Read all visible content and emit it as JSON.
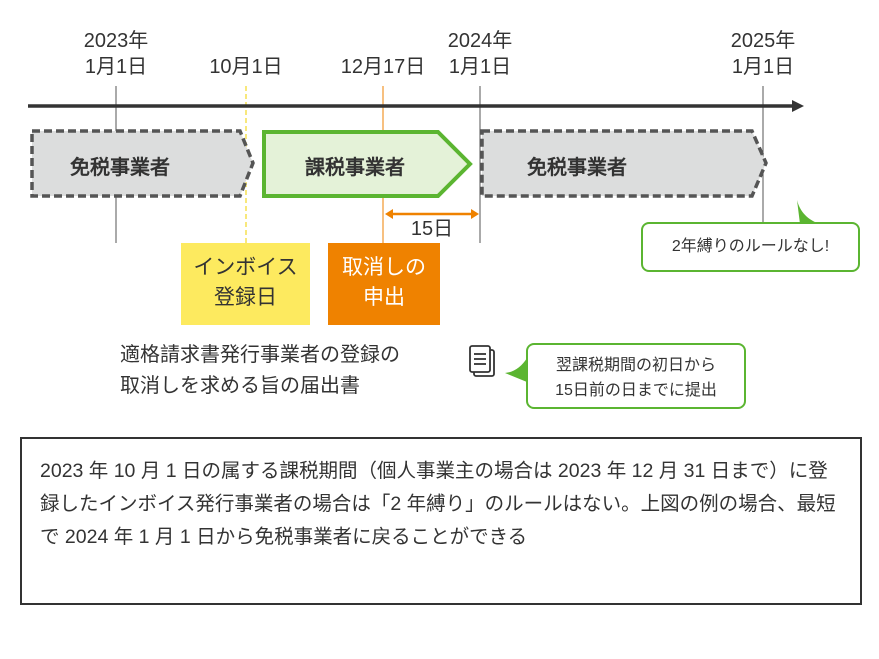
{
  "timeline": {
    "dates": [
      {
        "year": "2023年",
        "day": "1月1日"
      },
      {
        "year": "",
        "day": "10月1日"
      },
      {
        "year": "",
        "day": "12月17日"
      },
      {
        "year": "2024年",
        "day": "1月1日"
      },
      {
        "year": "2025年",
        "day": "1月1日"
      }
    ],
    "periods": [
      "免税事業者",
      "課税事業者",
      "免税事業者"
    ],
    "interval_label": "15日"
  },
  "markers": {
    "invoice": {
      "line1": "インボイス",
      "line2": "登録日"
    },
    "cancel": {
      "line1": "取消しの",
      "line2": "申出"
    }
  },
  "bubble_no_rule": "2年縛りのルールなし!",
  "document": {
    "line1": "適格請求書発行事業者の登録の",
    "line2": "取消しを求める旨の届出書"
  },
  "bubble_deadline": {
    "line1": "翌課税期間の初日から",
    "line2": "15日前の日までに提出"
  },
  "note": "2023 年 10 月 1 日の属する課税期間（個人事業主の場合は 2023 年 12 月 31 日まで）に登録したインボイス発行事業者の場合は「2 年縛り」のルールはない。上図の例の場合、最短で 2024 年 1 月 1 日から免税事業者に戻ることができる",
  "colors": {
    "green": "#5bb531",
    "green_fill": "#e4f2d8",
    "gray_fill": "#dcdddd",
    "yellow": "#fdea5f",
    "orange": "#ef8200"
  }
}
